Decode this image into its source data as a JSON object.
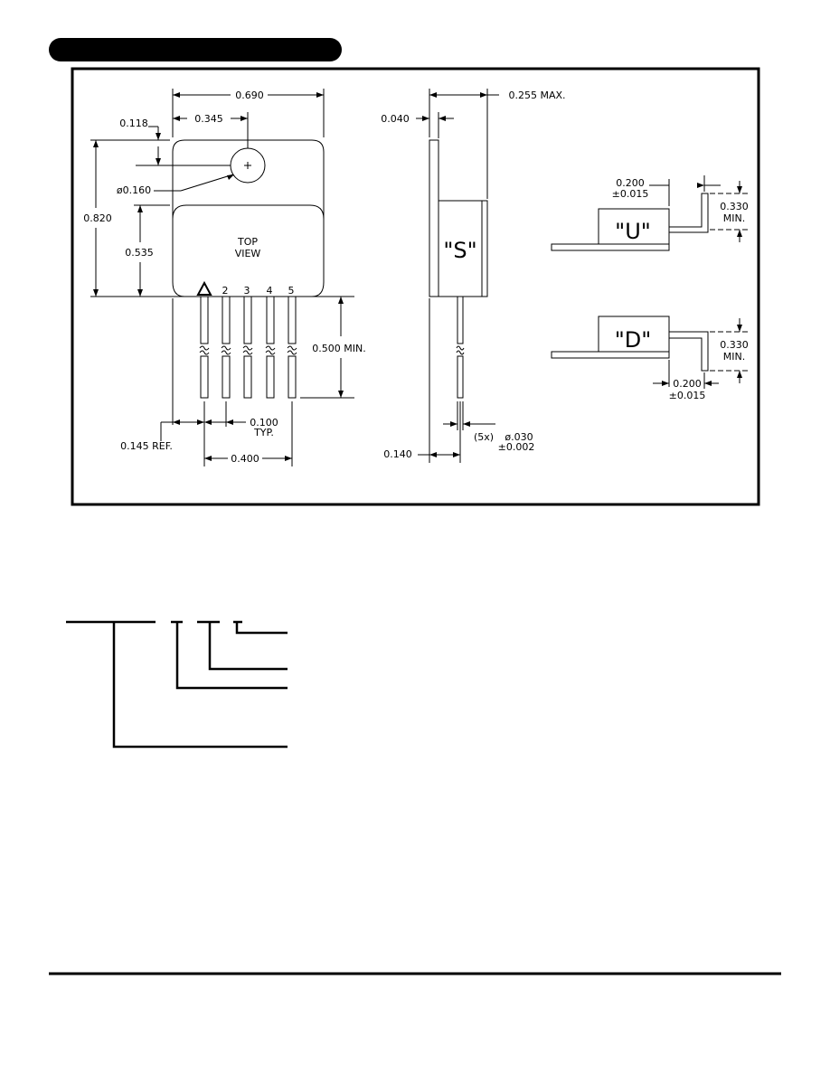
{
  "top_view": {
    "labels": [
      "TOP",
      "VIEW"
    ],
    "pins": [
      "2",
      "3",
      "4",
      "5"
    ],
    "dims": {
      "width": "0.690",
      "half_width": "0.345",
      "hole_offset": "0.118",
      "hole_dia": "ø0.160",
      "height": "0.820",
      "body_height": "0.535",
      "lead_length": "0.500  MIN.",
      "pitch": "0.100",
      "pitch_note": "TYP.",
      "edge_ref": "0.145  REF.",
      "pin_span": "0.400"
    }
  },
  "side_view": {
    "label": "\"S\"",
    "dims": {
      "thickness": "0.255  MAX.",
      "tab": "0.040",
      "lead_offset": "0.140",
      "lead_qty": "(5x)",
      "lead_dia": "ø.030",
      "lead_dia_tol": "±0.002"
    }
  },
  "option_u": {
    "label": "\"U\"",
    "offset": "0.200",
    "offset_tol": "±0.015",
    "height": "0.330",
    "height_note": "MIN."
  },
  "option_d": {
    "label": "\"D\"",
    "offset": "0.200",
    "offset_tol": "±0.015",
    "height": "0.330",
    "height_note": "MIN."
  }
}
